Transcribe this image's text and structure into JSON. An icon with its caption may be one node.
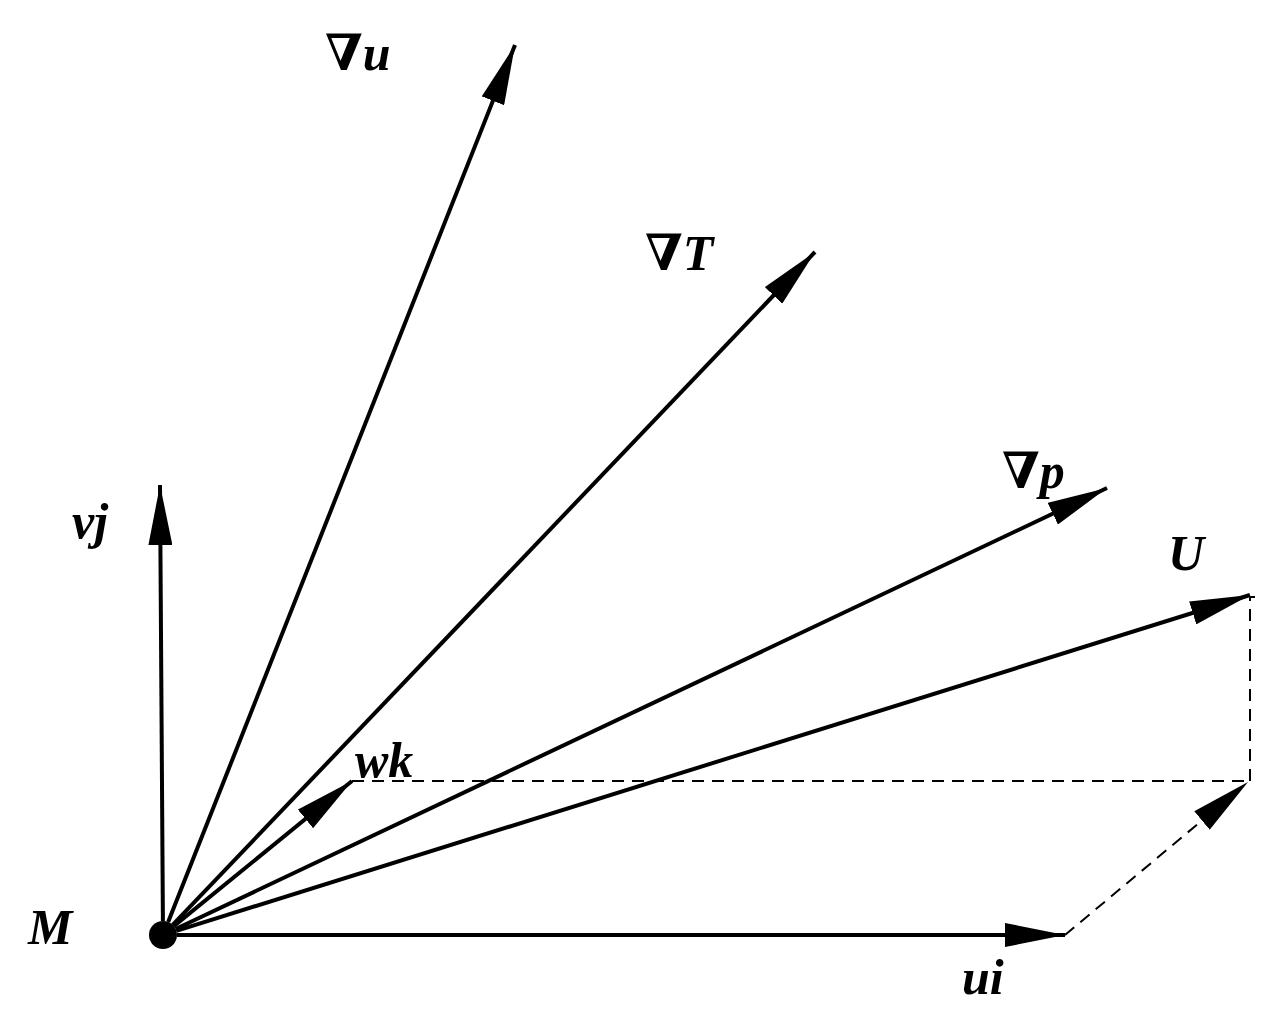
{
  "diagram": {
    "nodes": [
      {
        "text": [],
        "shape": "circle",
        "beside": [
          "M"
        ]
      },
      {
        "text": [
          "∇u"
        ]
      },
      {
        "text": [
          "∇T"
        ]
      },
      {
        "text": [
          "∇p"
        ]
      },
      {
        "text": [
          "U"
        ]
      },
      {
        "text": [
          "vj"
        ]
      },
      {
        "text": [
          "ui"
        ]
      },
      {
        "text": [
          "wk"
        ]
      }
    ],
    "edges": [
      {
        "from": 0,
        "to": 1,
        "arrow": "to"
      },
      {
        "from": 0,
        "to": 2,
        "arrow": "to"
      },
      {
        "from": 0,
        "to": 3,
        "arrow": "to"
      },
      {
        "from": 0,
        "to": 4,
        "arrow": "to"
      },
      {
        "from": 0,
        "to": 5,
        "arrow": "to"
      },
      {
        "from": 0,
        "to": 6,
        "arrow": "to"
      },
      {
        "from": 0,
        "to": 7,
        "arrow": "to"
      }
    ]
  }
}
